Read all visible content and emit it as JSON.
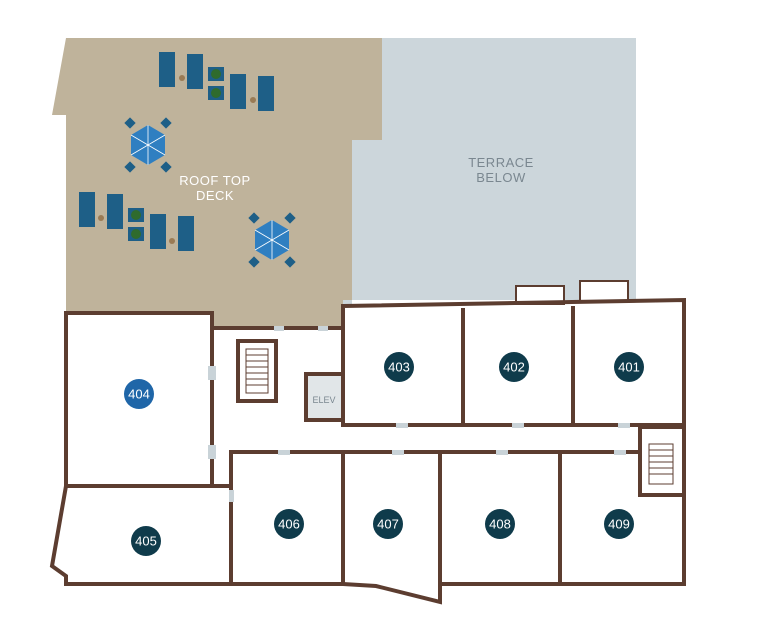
{
  "colors": {
    "deck": "#bfb39b",
    "terrace": "#ccd6db",
    "wall": "#5c3d30",
    "unit_marker": "#0f3b4b",
    "unit_marker_selected": "#1f66a8",
    "furniture": "#1e5f87",
    "umbrella": "#2f7fc1",
    "planter": "#2f6b2d",
    "door_gap": "#c9d3d8"
  },
  "zones": {
    "deck_line1": "ROOF TOP",
    "deck_line2": "DECK",
    "terrace_line1": "TERRACE",
    "terrace_line2": "BELOW",
    "elevator": "ELEV"
  },
  "units": [
    {
      "number": "401",
      "selected": false
    },
    {
      "number": "402",
      "selected": false
    },
    {
      "number": "403",
      "selected": false
    },
    {
      "number": "404",
      "selected": true
    },
    {
      "number": "405",
      "selected": false
    },
    {
      "number": "406",
      "selected": false
    },
    {
      "number": "407",
      "selected": false
    },
    {
      "number": "408",
      "selected": false
    },
    {
      "number": "409",
      "selected": false
    }
  ]
}
